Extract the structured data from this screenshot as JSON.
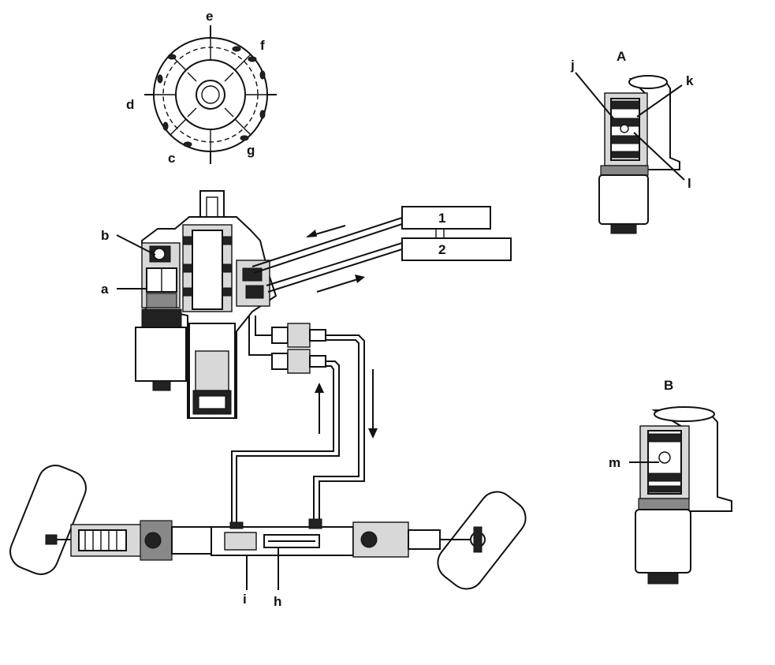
{
  "labels": {
    "a": "a",
    "b": "b",
    "c": "c",
    "d": "d",
    "e": "e",
    "f": "f",
    "g": "g",
    "h": "h",
    "i": "i",
    "j": "j",
    "k": "k",
    "l": "l",
    "m": "m",
    "A": "A",
    "B": "B",
    "box1": "1",
    "box2": "2"
  },
  "icons": {
    "arrow_left": "arrow-left-icon",
    "arrow_right": "arrow-right-icon",
    "arrow_up": "arrow-up-icon",
    "arrow_down": "arrow-down-icon"
  },
  "colors": {
    "ink": "#111111",
    "background": "#ffffff"
  }
}
